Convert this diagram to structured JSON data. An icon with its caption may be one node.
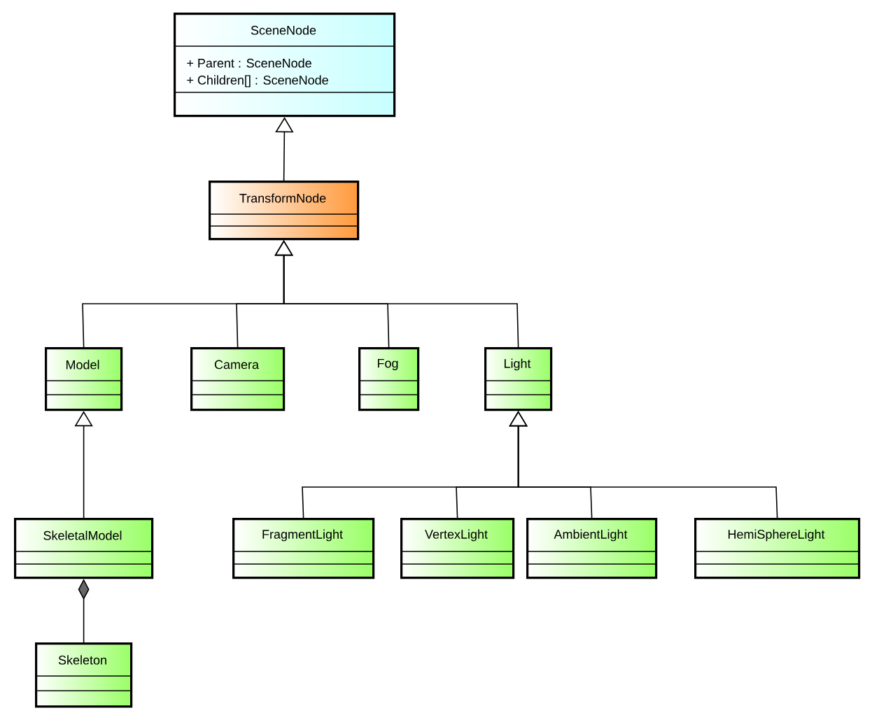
{
  "diagram": {
    "nodes": [
      {
        "text": [
          "SceneNode",
          "+ Parent : SceneNode",
          "+ Children[] : SceneNode"
        ]
      },
      {
        "text": [
          "TransformNode"
        ]
      },
      {
        "text": [
          "Model"
        ]
      },
      {
        "text": [
          "Camera"
        ]
      },
      {
        "text": [
          "Fog"
        ]
      },
      {
        "text": [
          "Light"
        ]
      },
      {
        "text": [
          "SkeletalModel"
        ]
      },
      {
        "text": [
          "FragmentLight"
        ]
      },
      {
        "text": [
          "VertexLight"
        ]
      },
      {
        "text": [
          "AmbientLight"
        ]
      },
      {
        "text": [
          "HemiSphereLight"
        ]
      },
      {
        "text": [
          "Skeleton"
        ]
      }
    ],
    "edges": [
      {
        "from": 1,
        "to": 0,
        "arrow": "to"
      },
      {
        "from": 2,
        "to": 1,
        "arrow": "to"
      },
      {
        "from": 3,
        "to": 1,
        "arrow": "to"
      },
      {
        "from": 4,
        "to": 1,
        "arrow": "to"
      },
      {
        "from": 5,
        "to": 1,
        "arrow": "to"
      },
      {
        "from": 6,
        "to": 2,
        "arrow": "to"
      },
      {
        "from": 7,
        "to": 5,
        "arrow": "to"
      },
      {
        "from": 8,
        "to": 5,
        "arrow": "to"
      },
      {
        "from": 9,
        "to": 5,
        "arrow": "to"
      },
      {
        "from": 10,
        "to": 5,
        "arrow": "to"
      },
      {
        "from": 11,
        "to": 6,
        "arrow": "other"
      }
    ]
  }
}
